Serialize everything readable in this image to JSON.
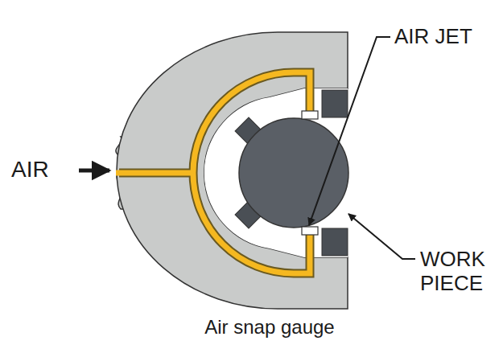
{
  "diagram": {
    "caption": "Air snap gauge",
    "labels": [
      "AIR",
      "AIR JET",
      "WORK PIECE"
    ]
  }
}
